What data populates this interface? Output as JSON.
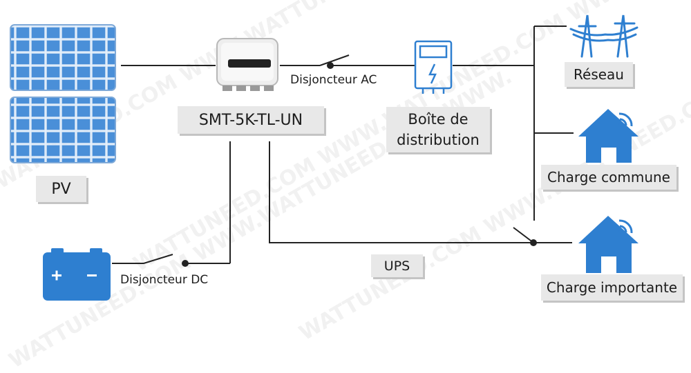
{
  "watermark": "WATTUNEED.COM WWW.WATTUNEED.COM WWW.",
  "labels": {
    "pv": "PV",
    "inverter": "SMT-5K-TL-UN",
    "ac_breaker": "Disjoncteur AC",
    "dc_breaker": "Disjoncteur DC",
    "distribution_box_line1": "Boîte de",
    "distribution_box_line2": "distribution",
    "grid": "Réseau",
    "common_load": "Charge commune",
    "ups": "UPS",
    "important_load": "Charge importante"
  },
  "colors": {
    "icon_blue": "#2e7fd0",
    "panel_blue": "#4a8fd8",
    "line": "#222222",
    "label_bg": "#e8e8e8"
  },
  "icons": [
    "solar-panel-icon",
    "inverter-icon",
    "distribution-box-icon",
    "power-pole-icon",
    "house-wifi-icon",
    "battery-icon"
  ]
}
